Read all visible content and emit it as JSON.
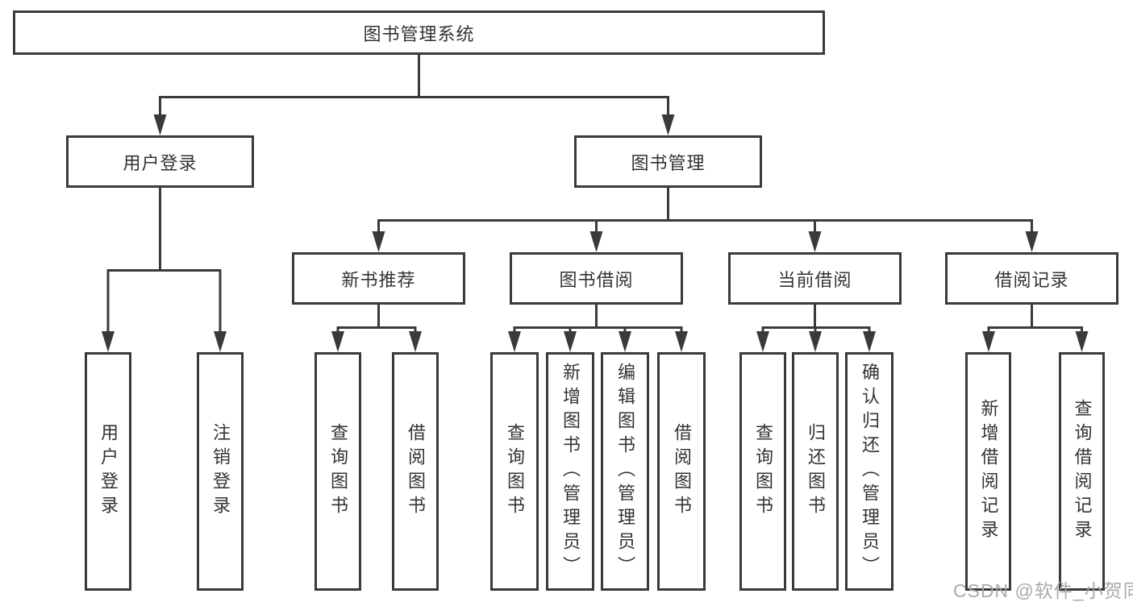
{
  "diagram": {
    "colors": {
      "line": "#3a3a3a",
      "text": "#333333",
      "background": "#ffffff",
      "watermark": "#a5a5a5"
    },
    "root": {
      "label": "图书管理系统"
    },
    "branches": [
      {
        "label": "用户登录",
        "parent": "图书管理系统"
      },
      {
        "label": "图书管理",
        "parent": "图书管理系统"
      }
    ],
    "sections": [
      {
        "label": "新书推荐",
        "parent": "图书管理"
      },
      {
        "label": "图书借阅",
        "parent": "图书管理"
      },
      {
        "label": "当前借阅",
        "parent": "图书管理"
      },
      {
        "label": "借阅记录",
        "parent": "图书管理"
      }
    ],
    "leaves": [
      {
        "label": "用户登录",
        "parent": "用户登录"
      },
      {
        "label": "注销登录",
        "parent": "用户登录"
      },
      {
        "label": "查询图书",
        "parent": "新书推荐"
      },
      {
        "label": "借阅图书",
        "parent": "新书推荐"
      },
      {
        "label": "查询图书",
        "parent": "图书借阅"
      },
      {
        "label": "新增图书（管理员）",
        "parent": "图书借阅"
      },
      {
        "label": "编辑图书（管理员）",
        "parent": "图书借阅"
      },
      {
        "label": "借阅图书",
        "parent": "图书借阅"
      },
      {
        "label": "查询图书",
        "parent": "当前借阅"
      },
      {
        "label": "归还图书",
        "parent": "当前借阅"
      },
      {
        "label": "确认归还（管理员）",
        "parent": "当前借阅"
      },
      {
        "label": "新增借阅记录",
        "parent": "借阅记录"
      },
      {
        "label": "查询借阅记录",
        "parent": "借阅记录"
      }
    ],
    "watermark": {
      "text": "CSDN @软件_小贺同学"
    }
  }
}
